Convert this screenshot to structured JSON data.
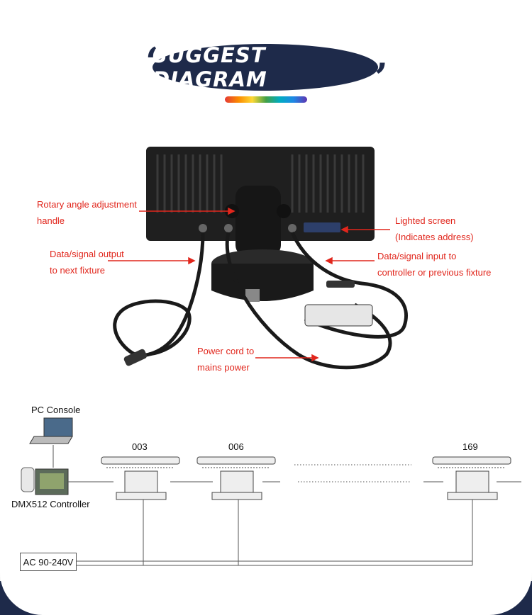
{
  "header": {
    "title": "SUGGEST DIAGRAM",
    "open_quote": "‘",
    "close_quote": "’"
  },
  "photo_annotations": {
    "rotary_line1": "Rotary angle adjustment",
    "rotary_line2": "handle",
    "screen_line1": "Lighted screen",
    "screen_line2": "(Indicates address)",
    "output_line1": "Data/signal output",
    "output_line2": "to next fixture",
    "input_line1": "Data/signal input to",
    "input_line2": "controller or previous fixture",
    "power_line1": "Power cord to",
    "power_line2": "mains power"
  },
  "wiring": {
    "pc_label": "PC Console",
    "controller_label": "DMX512 Controller",
    "ac_label": "AC 90-240V",
    "fixtures": [
      "003",
      "006",
      "169"
    ]
  },
  "colors": {
    "navy": "#1e2a4a",
    "annotation_red": "#e1261c"
  }
}
